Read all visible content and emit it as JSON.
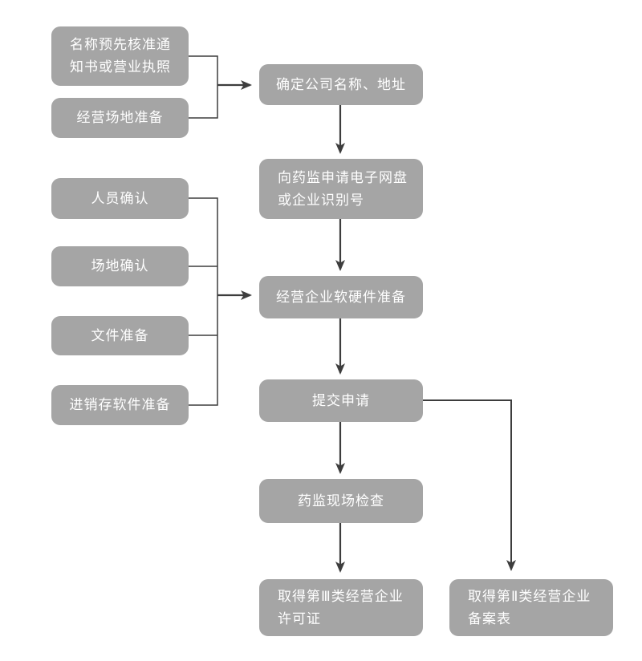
{
  "colors": {
    "node_fill": "#a5a5a5",
    "node_text": "#ffffff",
    "connector": "#3d3d3d",
    "background": "#ffffff"
  },
  "nodes": {
    "name_notice": {
      "label": "名称预先核准通\n知书或营业执照"
    },
    "site_prep": {
      "label": "经营场地准备"
    },
    "personnel_confirm": {
      "label": "人员确认"
    },
    "site_confirm": {
      "label": "场地确认"
    },
    "document_prep": {
      "label": "文件准备"
    },
    "inventory_software": {
      "label": "进销存软件准备"
    },
    "company_name": {
      "label": "确定公司名称、地址"
    },
    "netdisk_apply": {
      "label": "向药监申请电子网盘\n或企业识别号"
    },
    "hw_sw_prep": {
      "label": "经营企业软硬件准备"
    },
    "submit_apply": {
      "label": "提交申请"
    },
    "site_inspection": {
      "label": "药监现场检查"
    },
    "class3_license": {
      "label": "取得第Ⅲ类经营企业\n许可证"
    },
    "class2_record": {
      "label": "取得第Ⅱ类经营企业\n备案表"
    }
  }
}
